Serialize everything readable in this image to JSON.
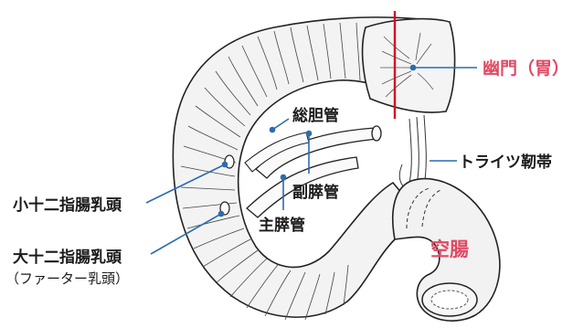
{
  "labels": {
    "pylorus": "幽門（胃）",
    "common_bile_duct": "総胆管",
    "treitz_ligament": "トライツ靭帯",
    "accessory_pancreatic_duct": "副膵管",
    "minor_papilla": "小十二指腸乳頭",
    "main_pancreatic_duct": "主膵管",
    "jejunum": "空腸",
    "major_papilla": "大十二指腸乳頭",
    "major_papilla_alt": "（ファーター乳頭）"
  },
  "colors": {
    "highlight": "#e04a63",
    "leader": "#2b6cb0",
    "organ_fill": "#f2f2f2",
    "organ_stroke": "#222222",
    "pylorus_line": "#d0112b"
  }
}
